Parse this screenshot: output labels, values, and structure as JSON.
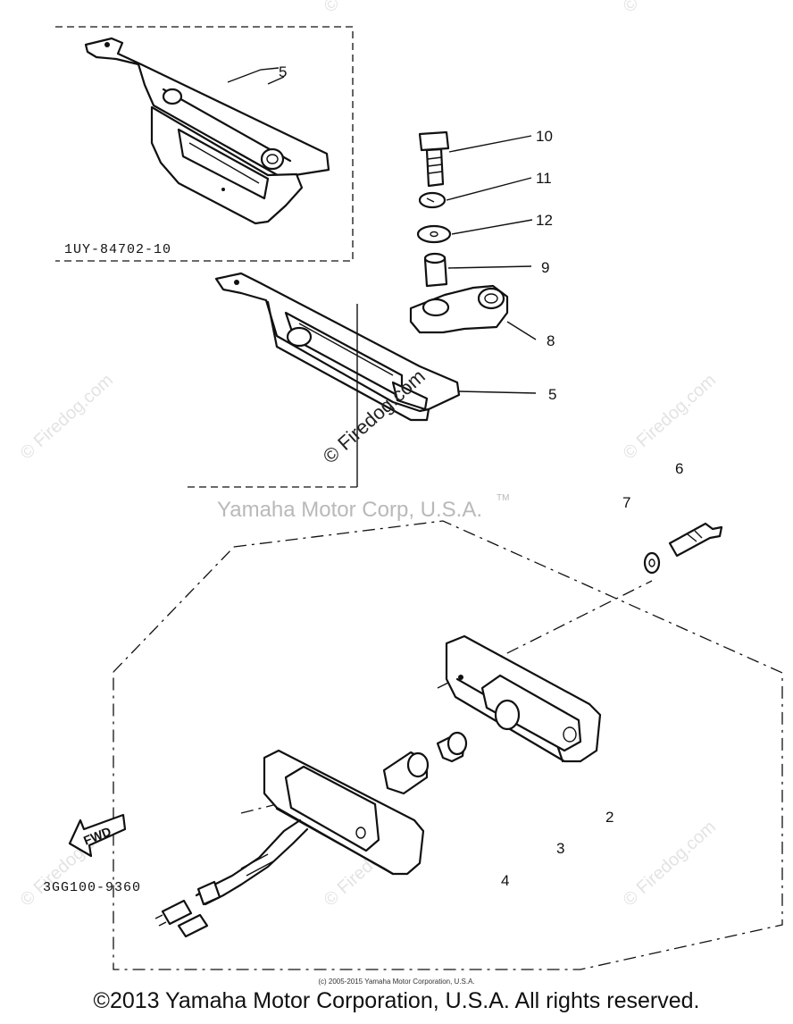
{
  "callouts": {
    "c5a": "5",
    "c10": "10",
    "c11": "11",
    "c12": "12",
    "c9": "9",
    "c8": "8",
    "c5b": "5",
    "c6": "6",
    "c7": "7",
    "c2": "2",
    "c3": "3",
    "c4": "4"
  },
  "part_codes": {
    "inset": "1UY-84702-10",
    "main": "3GG100-9360"
  },
  "fwd_label": "FWD",
  "watermarks": {
    "center": "Yamaha Motor Corp, U.S.A.",
    "tm": "TM",
    "firedog": "© Firedog.com"
  },
  "footer": {
    "small": "(c) 2005-2015 Yamaha Motor Corporation, U.S.A.",
    "main": "©2013 Yamaha Motor Corporation, U.S.A. All rights reserved."
  }
}
